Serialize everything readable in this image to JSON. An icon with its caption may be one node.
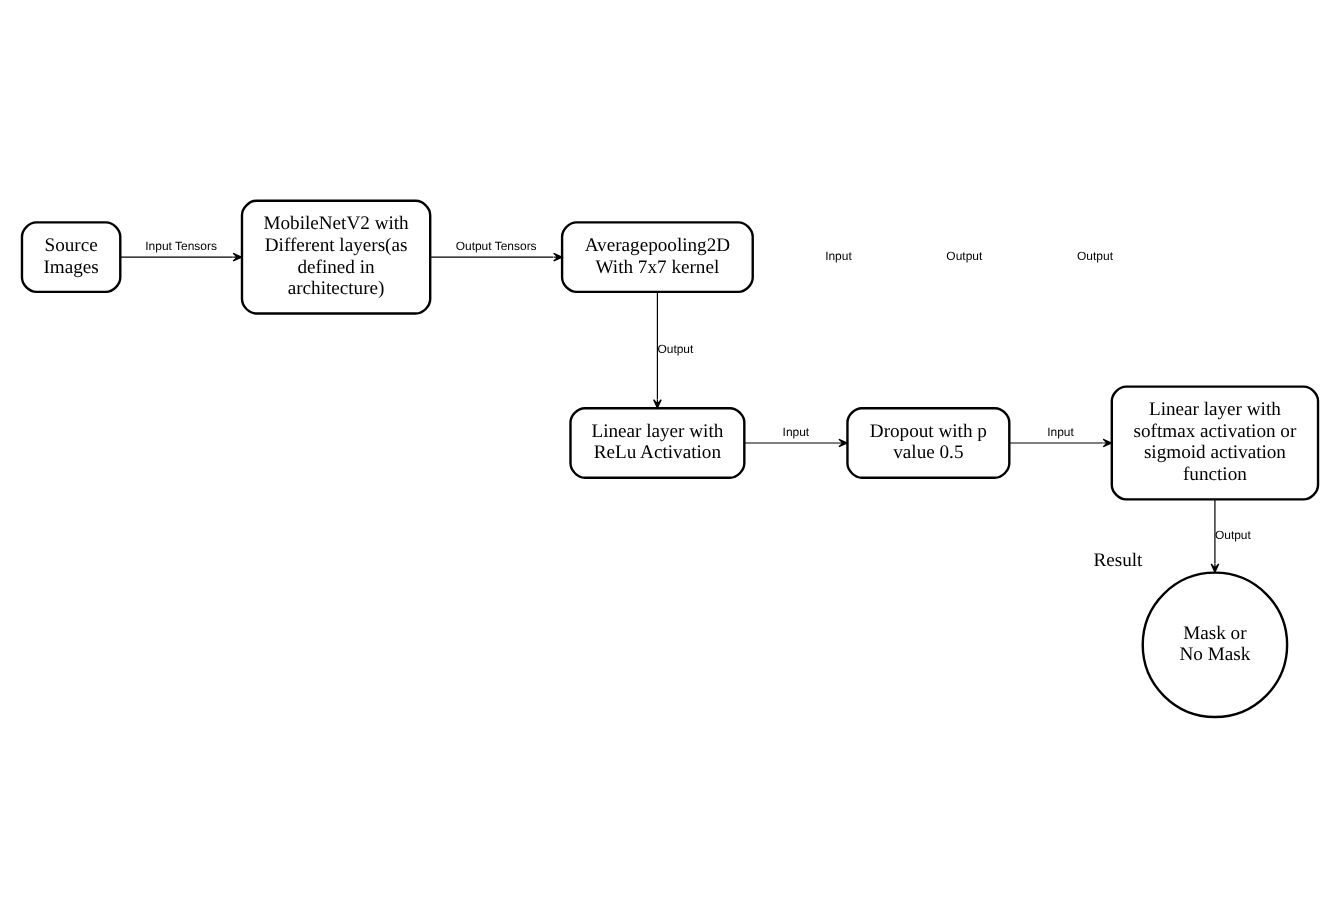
{
  "diagram": {
    "nodes": [
      {
        "text": [
          "Source Images"
        ]
      },
      {
        "text": [
          "MobileNetV2 with Different layers(as defined in architecture)"
        ]
      },
      {
        "text": [
          "Averagepooling2D With 7x7 kernel"
        ]
      },
      {
        "text": [
          "Linear layer with ReLu Activation"
        ]
      },
      {
        "text": [
          "Dropout with p value 0.5"
        ]
      },
      {
        "text": [
          "Linear layer with softmax activation or sigmoid activation function"
        ]
      },
      {
        "text": [
          "Mask or No Mask"
        ],
        "beside": [
          "Result"
        ]
      }
    ],
    "edges": [
      {
        "from": 0,
        "to": 1,
        "arrow": "to",
        "label": "Input Tensors"
      },
      {
        "from": 1,
        "to": 2,
        "arrow": "to",
        "label": "Output Tensors"
      },
      {
        "from": 2,
        "to": 3,
        "arrow": "to",
        "label": "Output"
      },
      {
        "from": 3,
        "to": 4,
        "arrow": "to",
        "label": "Input"
      },
      {
        "from": 4,
        "to": 5,
        "arrow": "to",
        "label": "Input"
      },
      {
        "from": 5,
        "to": 6,
        "arrow": "to",
        "label": "Output"
      }
    ],
    "labels": [
      "Input",
      "Output",
      "Output"
    ]
  }
}
